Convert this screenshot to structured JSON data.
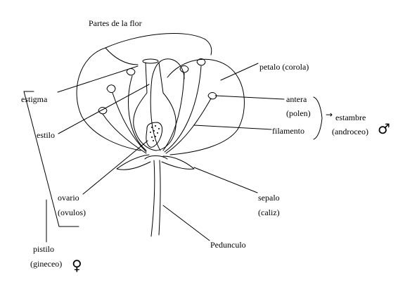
{
  "title": "Partes de la flor",
  "labels": {
    "estigma": "estigma",
    "estilo": "estilo",
    "ovario": "ovario",
    "ovulos": "(ovulos)",
    "pistilo": "pistilo",
    "gineceo": "(gineceo)",
    "petalo": "petalo (corola)",
    "antera": "antera",
    "polen": "(polen)",
    "filamento": "filamento",
    "estambre": "estambre",
    "androceo": "(androceo)",
    "sepalo": "sepalo",
    "caliz": "(caliz)",
    "pedunculo": "Pedunculo"
  },
  "symbols": {
    "arrow": "→",
    "female": "♀",
    "male": "♂"
  }
}
